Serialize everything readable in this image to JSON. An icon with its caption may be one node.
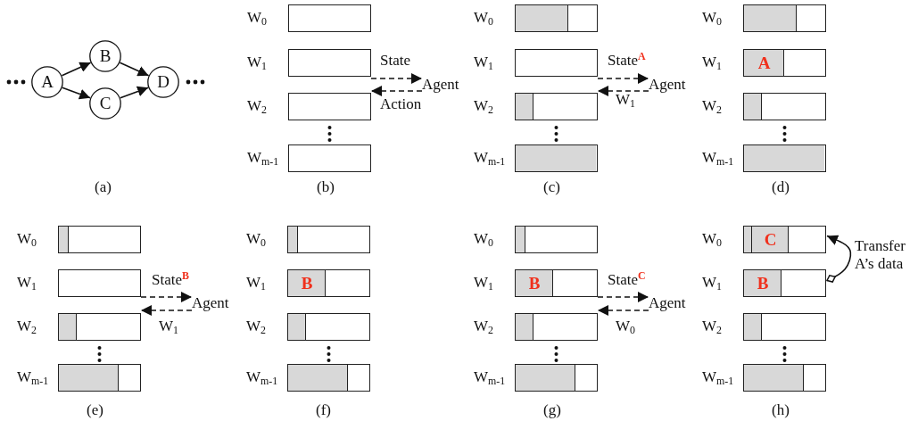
{
  "diagram": {
    "nodes": [
      {
        "text": [
          "A"
        ]
      },
      {
        "text": [
          "B"
        ]
      },
      {
        "text": [
          "C"
        ]
      },
      {
        "text": [
          "D"
        ]
      },
      {
        "text": [],
        "shape": "bar",
        "beside": [
          "W$_{0}$"
        ]
      },
      {
        "text": [],
        "shape": "bar",
        "beside": [
          "W$_{1}$"
        ]
      },
      {
        "text": [],
        "shape": "bar",
        "beside": [
          "W$_{2}$"
        ]
      },
      {
        "text": [],
        "shape": "bar",
        "beside": [
          "W$_{m-1}$"
        ]
      },
      {
        "text": [
          "Agent"
        ]
      },
      {
        "text": [],
        "shape": "bar",
        "beside": [
          "W$_{0}$"
        ]
      },
      {
        "text": [],
        "shape": "bar",
        "beside": [
          "W$_{1}$"
        ]
      },
      {
        "text": [],
        "shape": "bar",
        "beside": [
          "W$_{2}$"
        ]
      },
      {
        "text": [],
        "shape": "bar",
        "beside": [
          "W$_{m-1}$"
        ]
      },
      {
        "text": [
          "Agent"
        ]
      },
      {
        "text": [],
        "shape": "bar",
        "beside": [
          "W$_{0}$"
        ]
      },
      {
        "text": [
          "A"
        ],
        "beside": [
          "W$_{1}$"
        ]
      },
      {
        "text": [],
        "shape": "bar",
        "beside": [
          "W$_{2}$"
        ]
      },
      {
        "text": [],
        "shape": "bar",
        "beside": [
          "W$_{m-1}$"
        ]
      },
      {
        "text": [],
        "shape": "bar",
        "beside": [
          "W$_{0}$"
        ]
      },
      {
        "text": [],
        "shape": "bar",
        "beside": [
          "W$_{1}$"
        ]
      },
      {
        "text": [],
        "shape": "bar",
        "beside": [
          "W$_{2}$"
        ]
      },
      {
        "text": [],
        "shape": "bar",
        "beside": [
          "W$_{m-1}$"
        ]
      },
      {
        "text": [
          "Agent"
        ]
      },
      {
        "text": [],
        "shape": "bar",
        "beside": [
          "W$_{0}$"
        ]
      },
      {
        "text": [
          "B"
        ],
        "beside": [
          "W$_{1}$"
        ]
      },
      {
        "text": [],
        "shape": "bar",
        "beside": [
          "W$_{2}$"
        ]
      },
      {
        "text": [],
        "shape": "bar",
        "beside": [
          "W$_{m-1}$"
        ]
      },
      {
        "text": [],
        "shape": "bar",
        "beside": [
          "W$_{0}$"
        ]
      },
      {
        "text": [
          "B"
        ],
        "beside": [
          "W$_{1}$"
        ]
      },
      {
        "text": [],
        "shape": "bar",
        "beside": [
          "W$_{2}$"
        ]
      },
      {
        "text": [],
        "shape": "bar",
        "beside": [
          "W$_{m-1}$"
        ]
      },
      {
        "text": [
          "Agent"
        ]
      },
      {
        "text": [
          "C"
        ],
        "beside": [
          "W$_{0}$"
        ]
      },
      {
        "text": [
          "B"
        ],
        "beside": [
          "W$_{1}$"
        ]
      },
      {
        "text": [],
        "shape": "bar",
        "beside": [
          "W$_{2}$"
        ]
      },
      {
        "text": [],
        "shape": "bar",
        "beside": [
          "W$_{m-1}$"
        ]
      }
    ],
    "edges": [
      {
        "from": 0,
        "to": 1,
        "arrow": "to"
      },
      {
        "from": 0,
        "to": 2,
        "arrow": "to"
      },
      {
        "from": 1,
        "to": 3,
        "arrow": "to"
      },
      {
        "from": 2,
        "to": 3,
        "arrow": "to"
      },
      {
        "from": 5,
        "to": 8,
        "arrow": "to",
        "style": "dashed",
        "label": "State"
      },
      {
        "from": 8,
        "to": 6,
        "arrow": "to",
        "style": "dashed",
        "label": "Action"
      },
      {
        "from": 10,
        "to": 13,
        "arrow": "to",
        "style": "dashed",
        "label": "State$^{A}$"
      },
      {
        "from": 13,
        "to": 11,
        "arrow": "to",
        "style": "dashed",
        "label": "W$_{1}$"
      },
      {
        "from": 19,
        "to": 22,
        "arrow": "to",
        "style": "dashed",
        "label": "State$^{B}$"
      },
      {
        "from": 22,
        "to": 20,
        "arrow": "to",
        "style": "dashed",
        "label": "W$_{1}$"
      },
      {
        "from": 28,
        "to": 31,
        "arrow": "to",
        "style": "dashed",
        "label": "State$^{C}$"
      },
      {
        "from": 31,
        "to": 29,
        "arrow": "to",
        "style": "dashed",
        "label": "W$_{0}$"
      },
      {
        "from": 33,
        "to": 32,
        "arrow": "to",
        "label": "Transfer A’s data"
      }
    ],
    "labels": [
      "(a)",
      "(b)",
      "(c)",
      "(d)",
      "(e)",
      "(f)",
      "(g)",
      "(h)"
    ]
  }
}
